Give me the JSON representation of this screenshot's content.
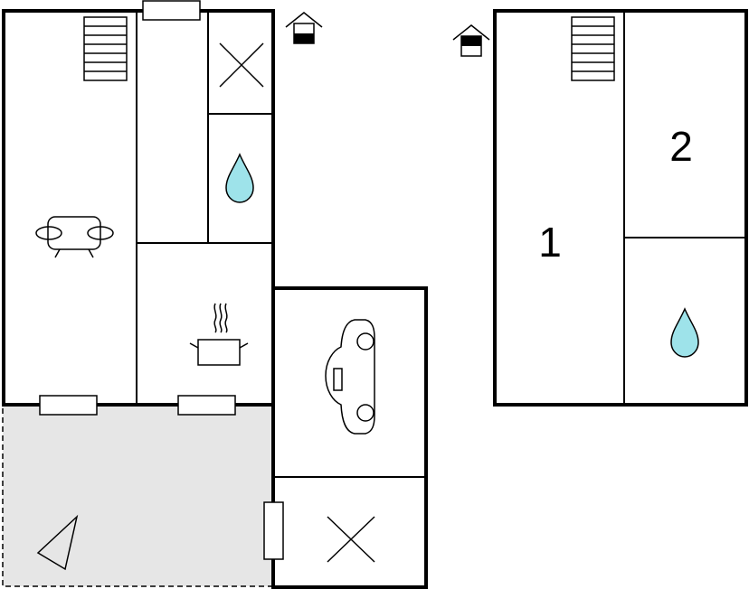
{
  "floors": [
    {
      "name": "ground-floor",
      "level_icon": "house-ground-level-icon"
    },
    {
      "name": "upper-floor",
      "level_icon": "house-upper-level-icon"
    }
  ],
  "room_labels": [
    "1",
    "2"
  ],
  "icons": [
    "stairs-icon",
    "sofa-icon",
    "kitchen-pot-icon",
    "water-drop-icon",
    "car-icon",
    "cross-icon",
    "compass-icon",
    "window-icon"
  ],
  "colors": {
    "wall": "#000000",
    "terrace": "#e6e6e6",
    "water": "#9ee3ea",
    "background": "#ffffff"
  }
}
